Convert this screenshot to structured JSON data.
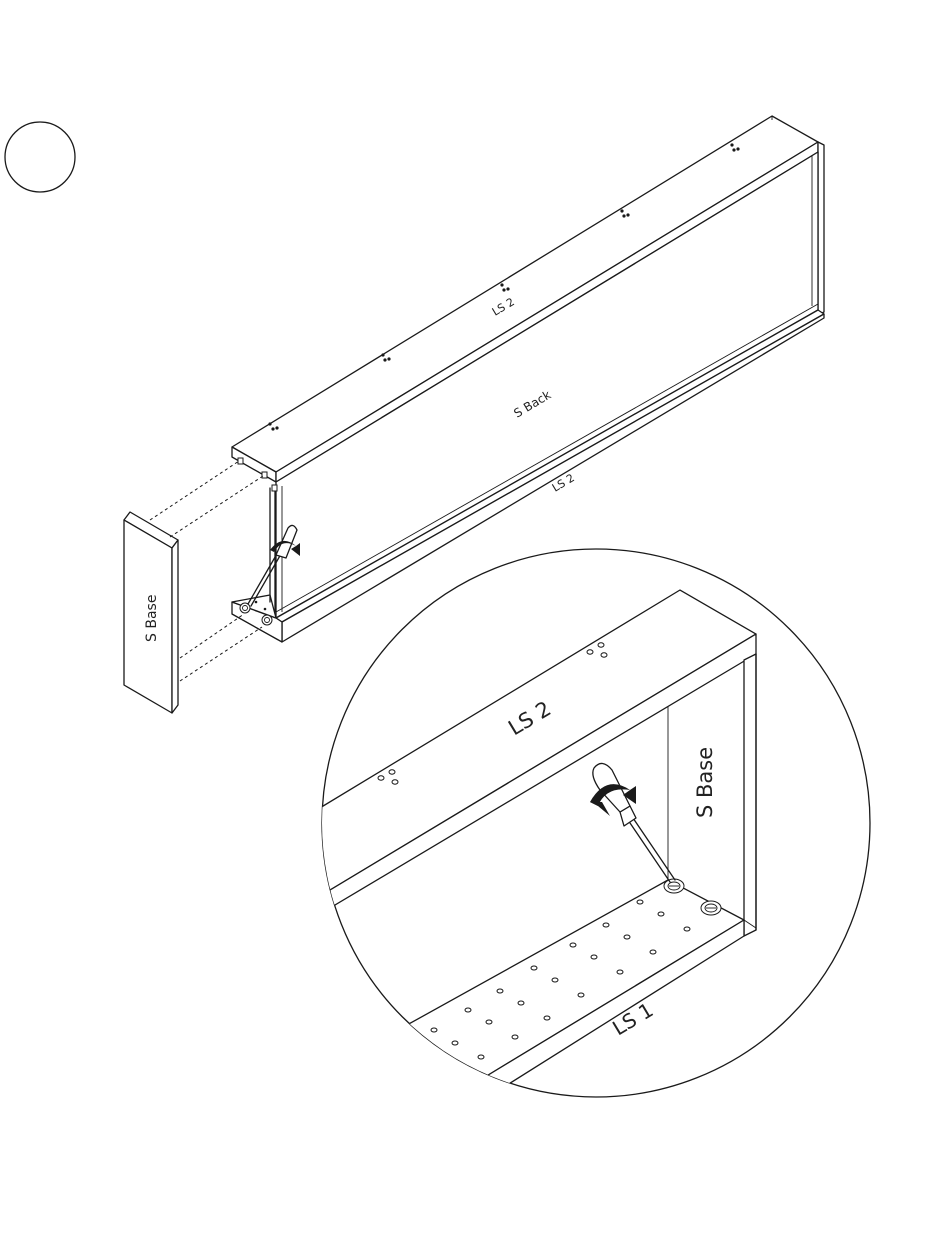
{
  "step": {
    "number": ""
  },
  "labels": {
    "ls2_top": "LS 2",
    "s_back": "S Back",
    "ls2_bottom": "LS 2",
    "s_base": "S Base",
    "zoom_ls2": "LS 2",
    "zoom_s_base": "S Base",
    "zoom_ls1": "LS 1"
  },
  "colors": {
    "line": "#1a1a1a",
    "background": "#ffffff"
  },
  "icons": [
    "screwdriver-icon",
    "rotate-arrow-icon",
    "cam-lock-icon"
  ]
}
